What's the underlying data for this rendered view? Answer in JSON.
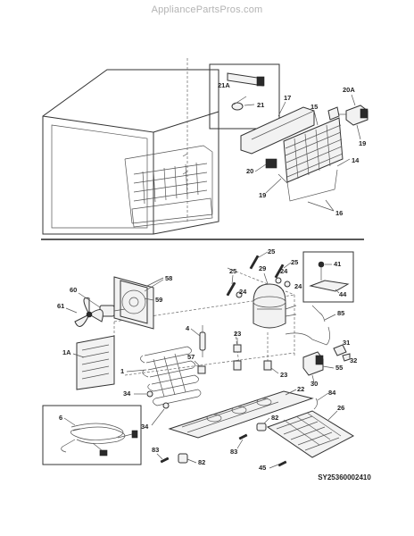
{
  "site": {
    "watermark": "AppliancePartsPros.com"
  },
  "diagram": {
    "code": "SY25360002410",
    "callouts": {
      "c21A": "21A",
      "c21": "21",
      "c17": "17",
      "c15": "15",
      "c20A": "20A",
      "c19a": "19",
      "c20": "20",
      "c19b": "19",
      "c14": "14",
      "c16": "16",
      "c25a": "25",
      "c25b": "25",
      "c25c": "25",
      "c29": "29",
      "c24a": "24",
      "c24b": "24",
      "c24c": "24",
      "c41": "41",
      "c44": "44",
      "c58": "58",
      "c60": "60",
      "c59": "59",
      "c61": "61",
      "c4": "4",
      "c85": "85",
      "c23a": "23",
      "c23b": "23",
      "c1A": "1A",
      "c57": "57",
      "c1": "1",
      "c31": "31",
      "c32": "32",
      "c55": "55",
      "c30": "30",
      "c22": "22",
      "c34a": "34",
      "c34b": "34",
      "c84": "84",
      "c26": "26",
      "c6": "6",
      "c82a": "82",
      "c83a": "83",
      "c83b": "83",
      "c82b": "82",
      "c45": "45"
    }
  }
}
